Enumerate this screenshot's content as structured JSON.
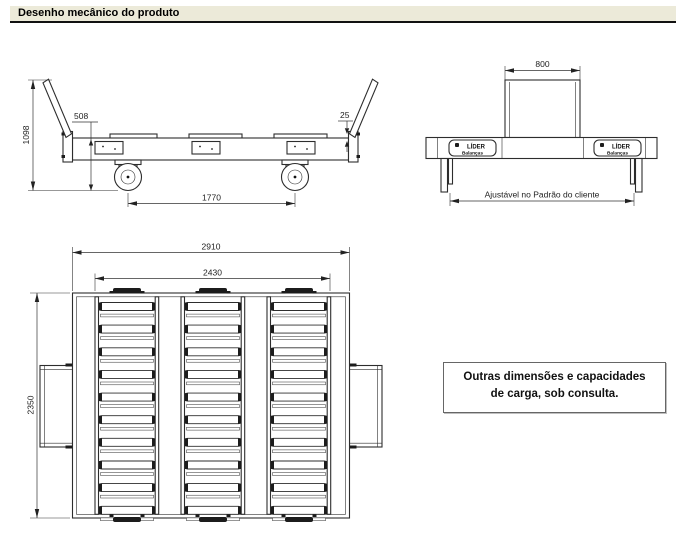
{
  "header": {
    "title": "Desenho mecânico do produto"
  },
  "side_view": {
    "dim_total_height": "1098",
    "dim_platform_height": "508",
    "dim_top_thickness": "25",
    "dim_axle_distance": "1770"
  },
  "front_view": {
    "dim_box_width": "800",
    "adjustable_label": "Ajustável no Padrão do cliente",
    "logo_brand": "LÍDER",
    "logo_sub": "Balanças"
  },
  "top_view": {
    "dim_outer_length": "2910",
    "dim_inner_length": "2430",
    "dim_width": "2350"
  },
  "note_box": {
    "line1": "Outras dimensões e capacidades",
    "line2": "de carga, sob consulta."
  },
  "colors": {
    "header_bg": "#ecead9",
    "line": "#2d2d2d",
    "dim_text": "#222222"
  }
}
